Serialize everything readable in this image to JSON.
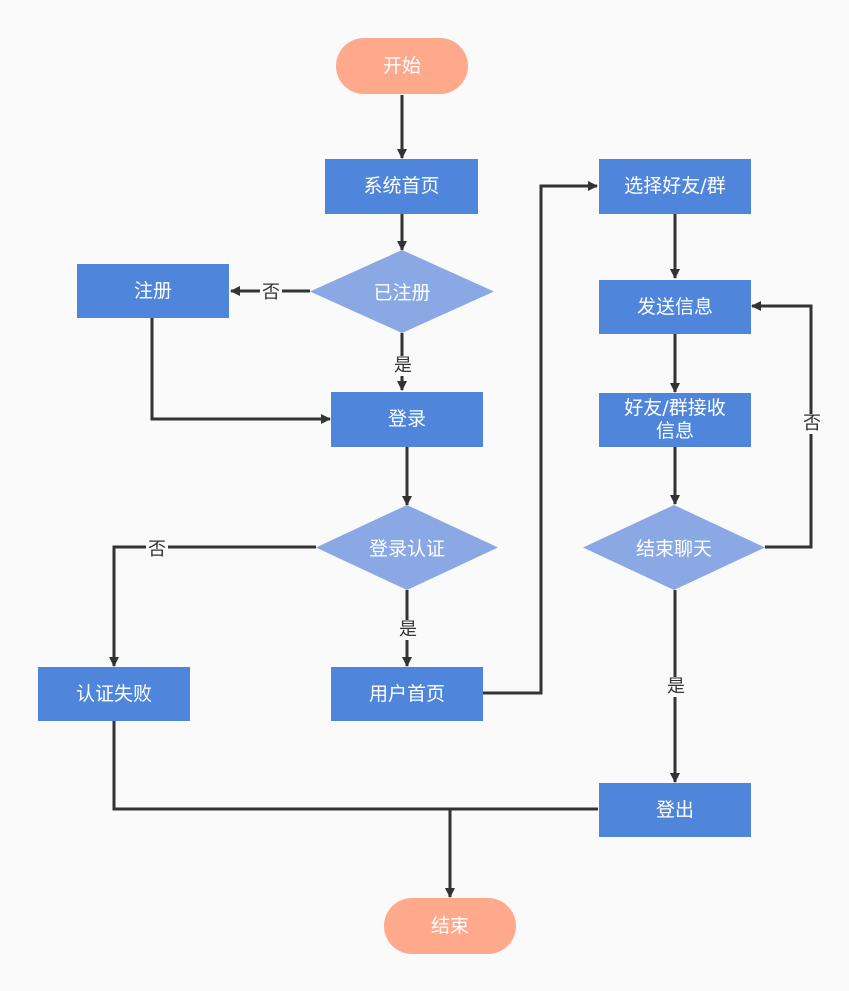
{
  "colors": {
    "process": "#4f86db",
    "decision": "#8aa8e3",
    "terminal": "#fea98c",
    "edge": "#333333",
    "background": "#fafafa"
  },
  "nodes": {
    "start": "开始",
    "home": "系统首页",
    "registered": "已注册",
    "register": "注册",
    "login": "登录",
    "auth": "登录认证",
    "auth_fail": "认证失败",
    "user_home": "用户首页",
    "select": "选择好友/群",
    "send": "发送信息",
    "receive": "好友/群接收\n信息",
    "end_chat": "结束聊天",
    "logout": "登出",
    "end": "结束"
  },
  "edge_labels": {
    "registered_no": "否",
    "registered_yes": "是",
    "auth_no": "否",
    "auth_yes": "是",
    "end_chat_no": "否",
    "end_chat_yes": "是"
  }
}
